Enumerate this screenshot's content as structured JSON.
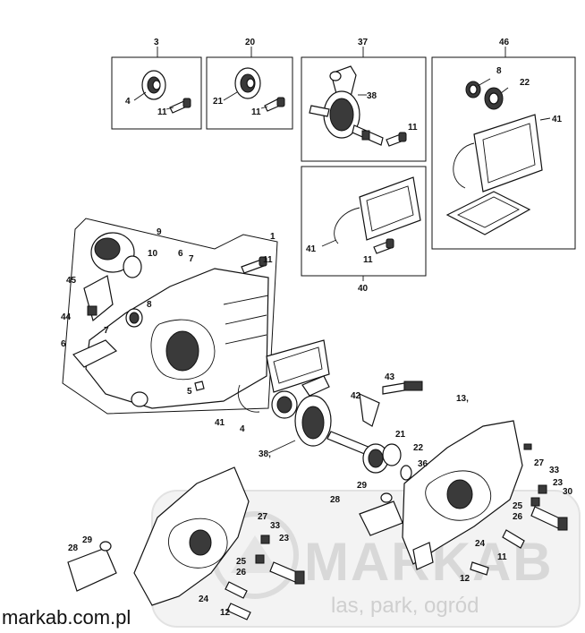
{
  "diagram": {
    "callouts": {
      "c3": "3",
      "c4a": "4",
      "c11a": "11",
      "c20": "20",
      "c21a": "21",
      "c11b": "11",
      "c37": "37",
      "c38a": "38",
      "c11c": "11",
      "c46": "46",
      "c8a": "8",
      "c22a": "22",
      "c41a": "41",
      "c41b": "41",
      "c11d": "11",
      "c40": "40",
      "c9": "9",
      "c10": "10",
      "c6a": "6",
      "c7a": "7",
      "c1": "1",
      "c11e": "11",
      "c45": "45",
      "c44": "44",
      "c8b": "8",
      "c6b": "6",
      "c7b": "7",
      "c5": "5",
      "c43": "43",
      "c42": "42",
      "c13": "13,",
      "c41c": "41",
      "c4b": "4",
      "c21b": "21",
      "c22b": "22",
      "c36": "36",
      "c38b": "38,",
      "c29a": "29",
      "c28a": "28",
      "c27a": "27",
      "c33a": "33",
      "c23a": "23",
      "c25a": "25",
      "c26a": "26",
      "c24a": "24",
      "c12a": "12",
      "c29b": "29",
      "c28b": "28",
      "c27b": "27",
      "c33b": "33",
      "c23b": "23",
      "c30": "30",
      "c25b": "25",
      "c26b": "26",
      "c24b": "24",
      "c11f": "11",
      "c12b": "12"
    }
  },
  "watermark": {
    "brand": "MARKAB",
    "tagline": "las, park, ogród"
  },
  "source_label": "markab.com.pl"
}
